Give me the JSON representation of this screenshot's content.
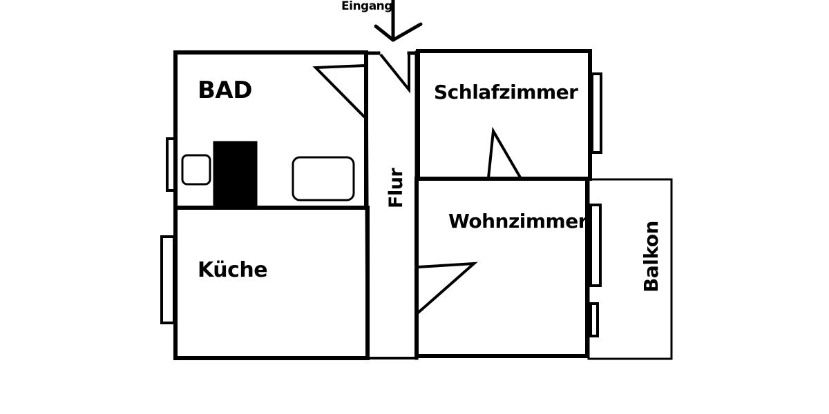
{
  "floorplan": {
    "entrance_label": "Eingang",
    "rooms": {
      "bad": "BAD",
      "kueche": "Küche",
      "flur": "Flur",
      "schlafzimmer": "Schlafzimmer",
      "wohnzimmer": "Wohnzimmer",
      "balkon": "Balkon"
    },
    "line_color": "#000000",
    "background_color": "#ffffff"
  }
}
